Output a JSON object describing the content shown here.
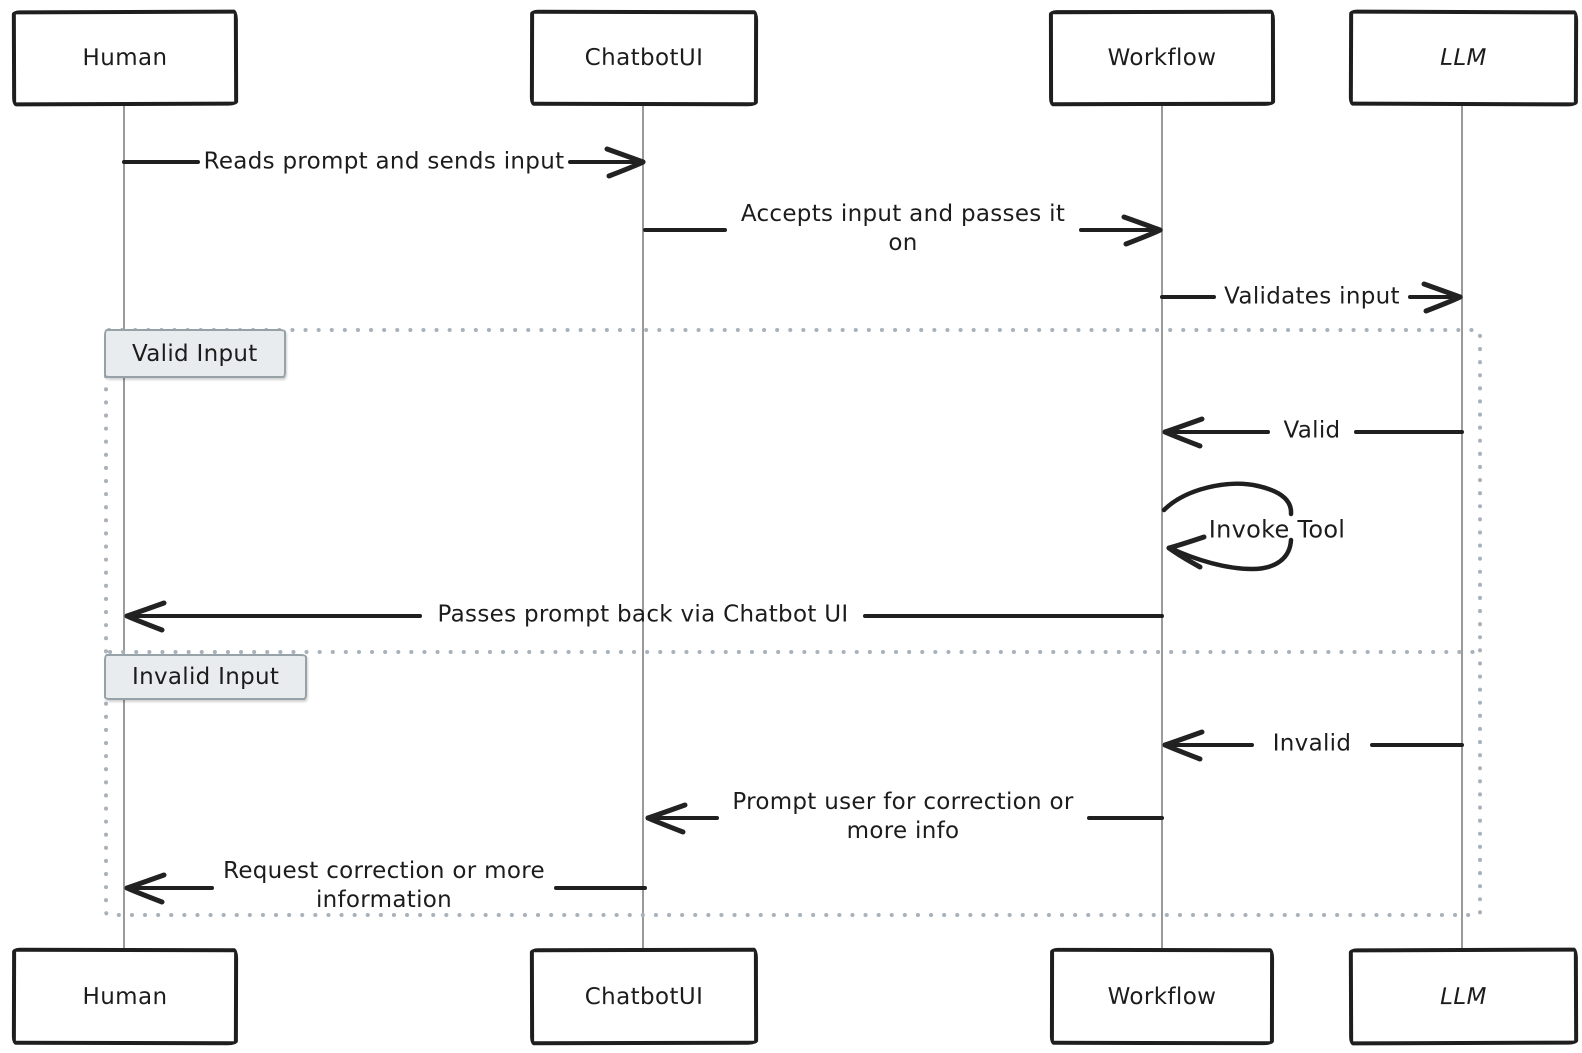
{
  "actors": [
    {
      "name": "Human"
    },
    {
      "name": "ChatbotUI"
    },
    {
      "name": "Workflow"
    },
    {
      "name": "LLM"
    }
  ],
  "messages": [
    {
      "from": "Human",
      "to": "ChatbotUI",
      "label": "Reads prompt and sends input"
    },
    {
      "from": "ChatbotUI",
      "to": "Workflow",
      "label": "Accepts input and passes it\non"
    },
    {
      "from": "Workflow",
      "to": "LLM",
      "label": "Validates input"
    },
    {
      "from": "LLM",
      "to": "Workflow",
      "label": "Valid",
      "section": "Valid Input"
    },
    {
      "from": "Workflow",
      "to": "Workflow",
      "label": "Invoke Tool",
      "section": "Valid Input",
      "self_message": true
    },
    {
      "from": "Workflow",
      "to": "Human",
      "label": "Passes prompt back via Chatbot UI",
      "section": "Valid Input"
    },
    {
      "from": "LLM",
      "to": "Workflow",
      "label": "Invalid",
      "section": "Invalid Input"
    },
    {
      "from": "Workflow",
      "to": "ChatbotUI",
      "label": "Prompt user for correction or\nmore info",
      "section": "Invalid Input"
    },
    {
      "from": "ChatbotUI",
      "to": "Human",
      "label": "Request correction or more\ninformation",
      "section": "Invalid Input"
    }
  ],
  "sections": [
    {
      "label": "Valid Input"
    },
    {
      "label": "Invalid Input"
    }
  ],
  "colors": {
    "message_stroke": "#1f1f1f",
    "lifeline": "#9a9a9a",
    "frame_dots": "#a9b2ba",
    "section_fill": "#e9ecee",
    "section_border": "#97a1a8",
    "background": "#ffffff",
    "text": "#1c1c1c"
  }
}
